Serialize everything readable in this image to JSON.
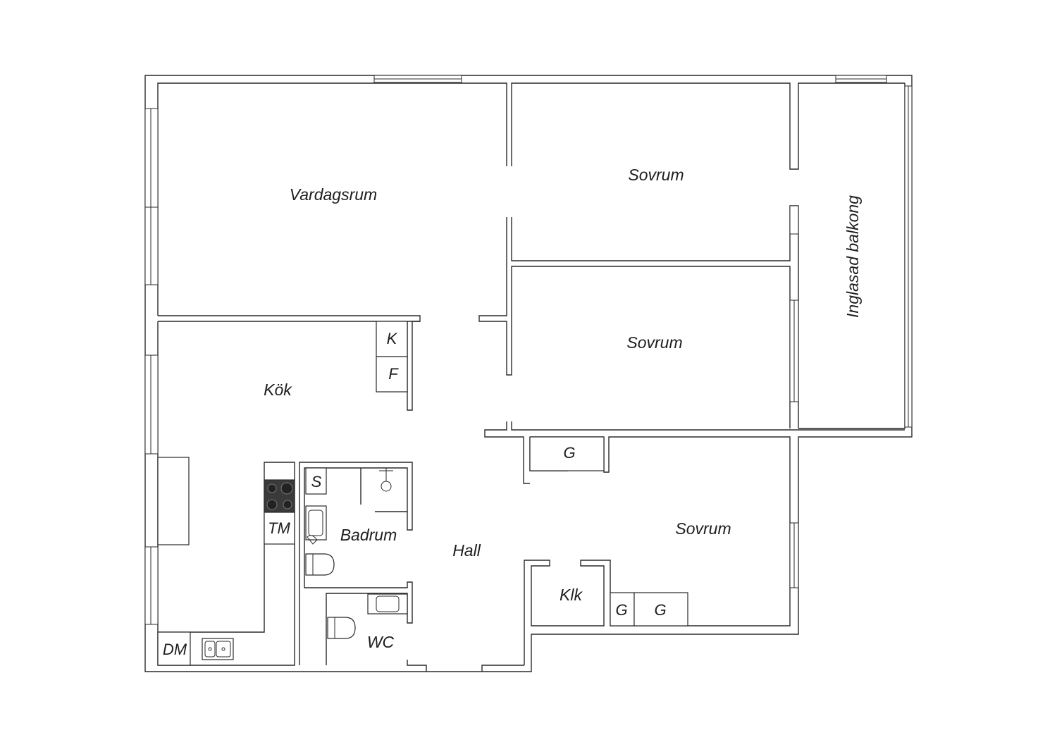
{
  "floor_plan": {
    "rooms": {
      "vardagsrum": "Vardagsrum",
      "sovrum_1": "Sovrum",
      "sovrum_2": "Sovrum",
      "sovrum_3": "Sovrum",
      "balkong": "Inglasad balkong",
      "kok": "Kök",
      "badrum": "Badrum",
      "hall": "Hall",
      "wc": "WC",
      "klk": "Klk"
    },
    "fixtures": {
      "k": "K",
      "f": "F",
      "s": "S",
      "tm": "TM",
      "dm": "DM",
      "g_hall": "G",
      "g_small": "G",
      "g_large": "G"
    }
  }
}
